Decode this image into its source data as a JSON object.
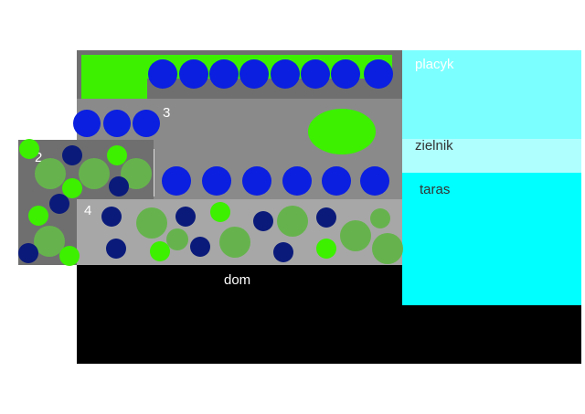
{
  "labels": {
    "placyk": "placyk",
    "zielnik": "zielnik",
    "taras": "taras",
    "dom": "dom",
    "bed_2": "2",
    "bed_3": "3",
    "bed_4": "4"
  },
  "colors": {
    "background": "#ffffff",
    "house": "#000000",
    "bed_dark_gray": "#6f6f6f",
    "bed_mid_gray": "#8a8a8a",
    "bed_light_gray": "#a7a7a7",
    "playground": "#7cffff",
    "herb_garden": "#b0ffff",
    "terrace": "#00ffff",
    "lawn_green": "#3cf000",
    "shrub_blue": "#0a1fe0",
    "shrub_navy": "#0a1a7a",
    "shrub_olive": "#66b34d"
  }
}
